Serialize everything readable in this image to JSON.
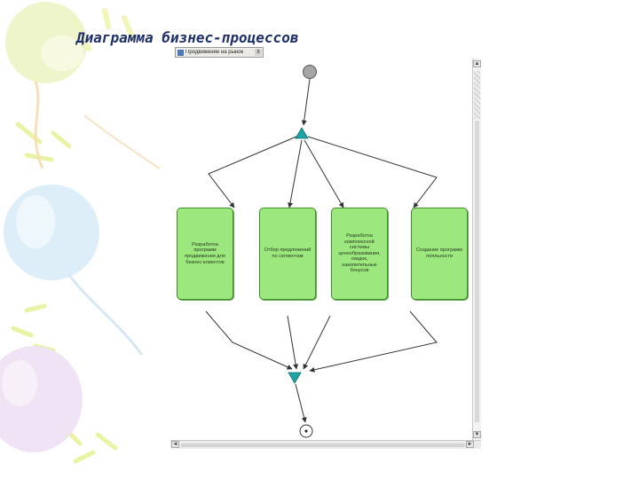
{
  "slide": {
    "title": "Диаграмма бизнес-процессов"
  },
  "window": {
    "tab_label": "Продвижение на рынок",
    "tab_close": "x",
    "scroll_left": "◄",
    "scroll_right": "►",
    "scroll_up": "▲",
    "scroll_down": "▼"
  },
  "diagram": {
    "tasks": [
      {
        "label": "Разработка программ продвижения для бизнес-клиентов"
      },
      {
        "label": "Отбор предложений по сегментам"
      },
      {
        "label": "Разработка комплексной системы ценообразования, скидок, накопительных бонусов"
      },
      {
        "label": "Создание программ лояльности"
      }
    ]
  },
  "colors": {
    "task_fill": "#9de87e",
    "task_border": "#3e8d2b",
    "gateway": "#1ea4a4",
    "start_event": "#a5a5a5",
    "title_text": "#1f2f6a"
  }
}
